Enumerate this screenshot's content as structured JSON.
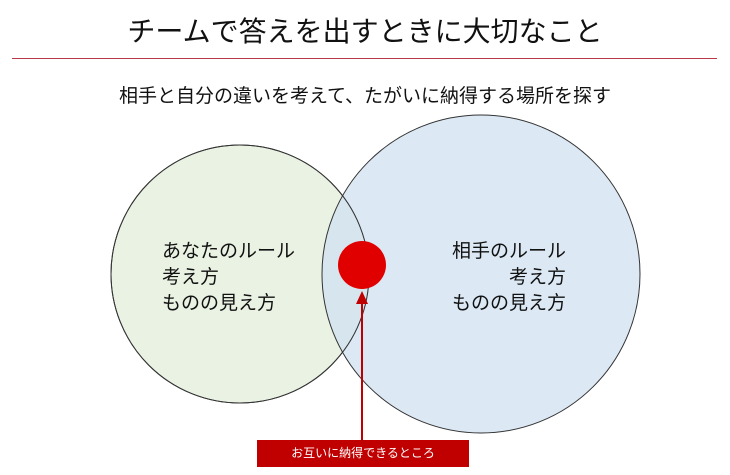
{
  "title": "チームで答えを出すときに大切なこと",
  "subtitle": "相手と自分の違いを考えて、たがいに納得する場所を探す",
  "left_circle": {
    "lines": [
      "あなたのルール",
      "考え方",
      "ものの見え方"
    ],
    "color": "#e2eed9"
  },
  "right_circle": {
    "lines": [
      "相手のルール",
      "考え方",
      "ものの見え方"
    ],
    "color": "#d0e1f2"
  },
  "callout": {
    "label": "お互いに納得できるところ",
    "color": "#c00000"
  },
  "accent_rule_color": "#b8394a"
}
